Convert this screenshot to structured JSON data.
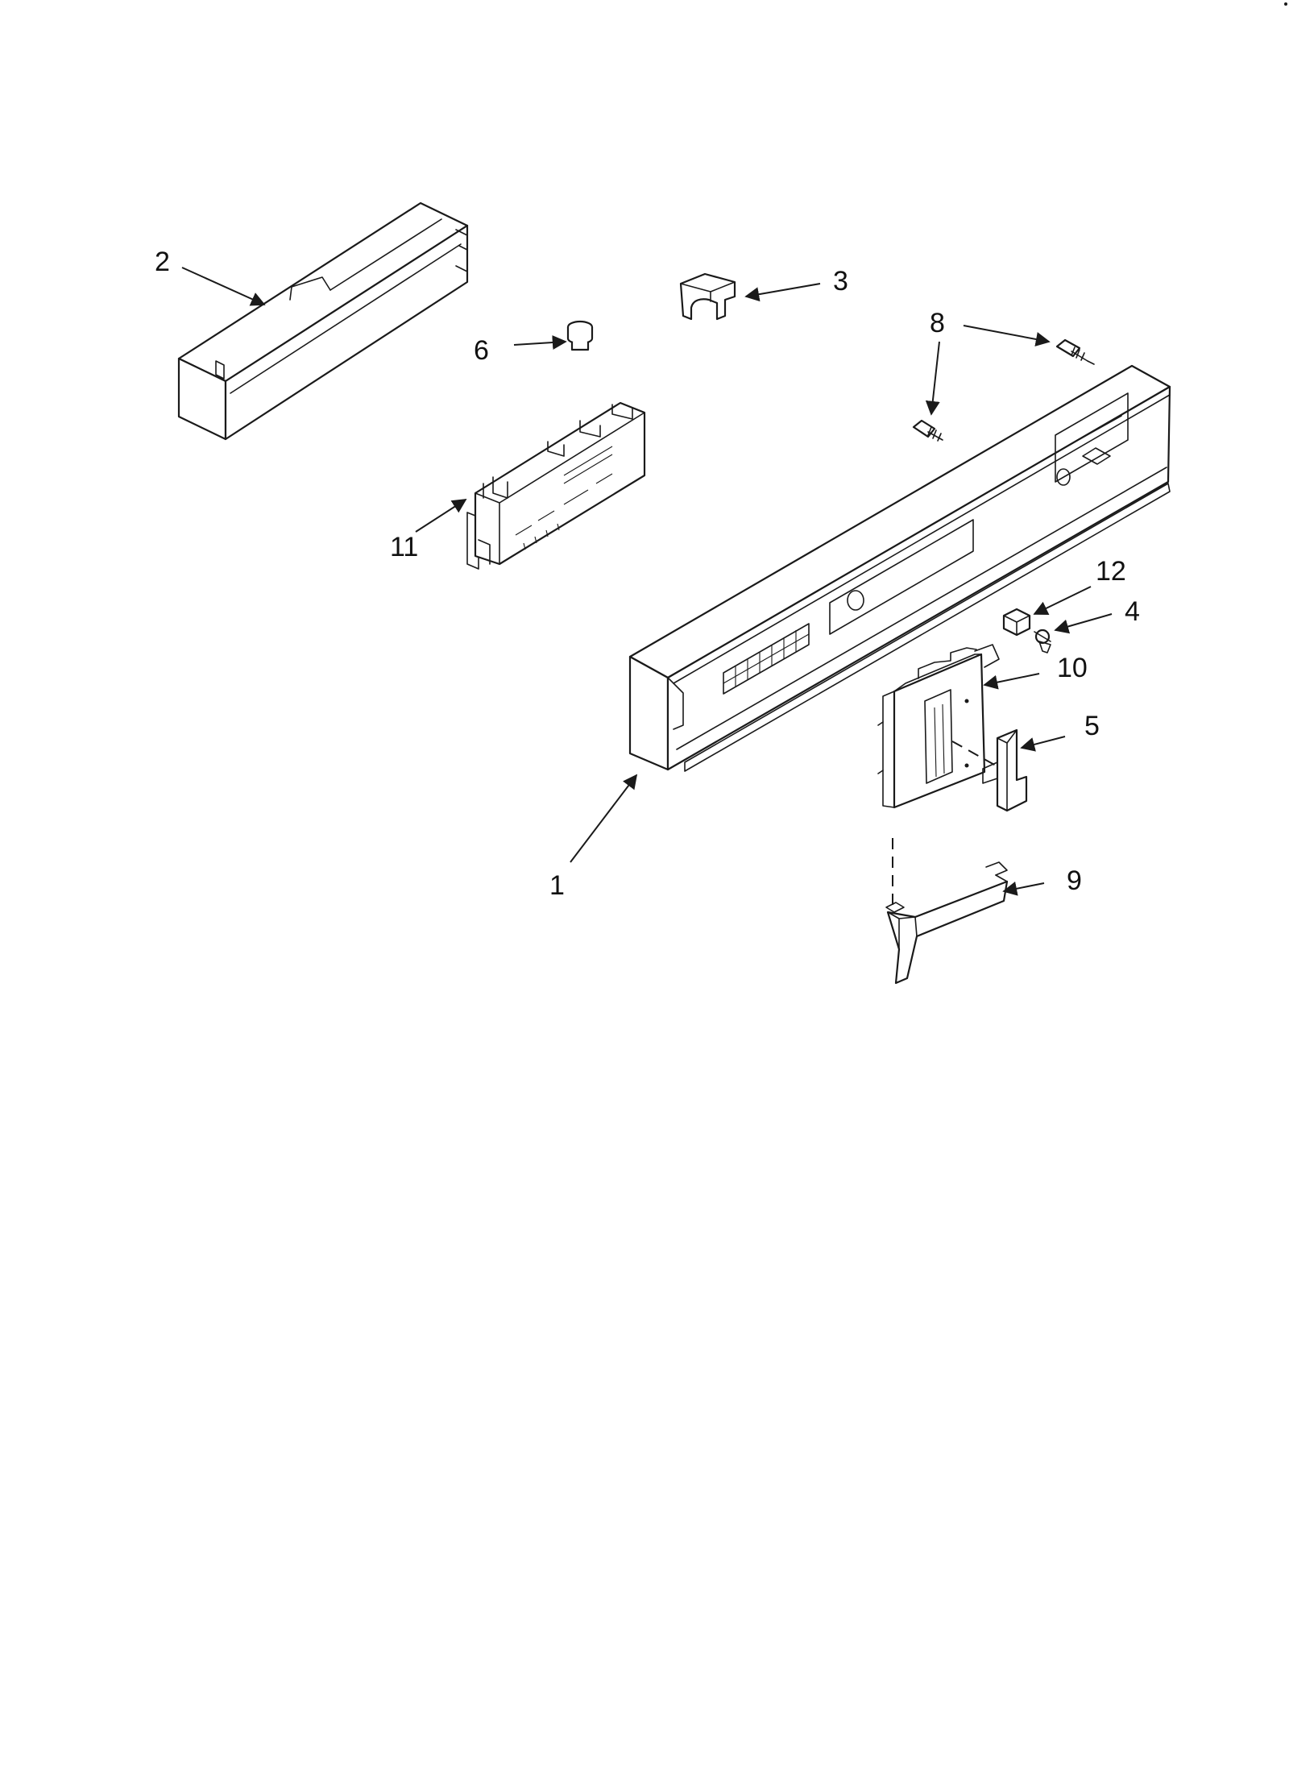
{
  "diagram": {
    "callouts": [
      {
        "id": "1",
        "label": "1"
      },
      {
        "id": "2",
        "label": "2"
      },
      {
        "id": "3",
        "label": "3"
      },
      {
        "id": "4",
        "label": "4"
      },
      {
        "id": "5",
        "label": "5"
      },
      {
        "id": "6",
        "label": "6"
      },
      {
        "id": "8",
        "label": "8"
      },
      {
        "id": "9",
        "label": "9"
      },
      {
        "id": "10",
        "label": "10"
      },
      {
        "id": "11",
        "label": "11"
      },
      {
        "id": "12",
        "label": "12"
      }
    ]
  }
}
